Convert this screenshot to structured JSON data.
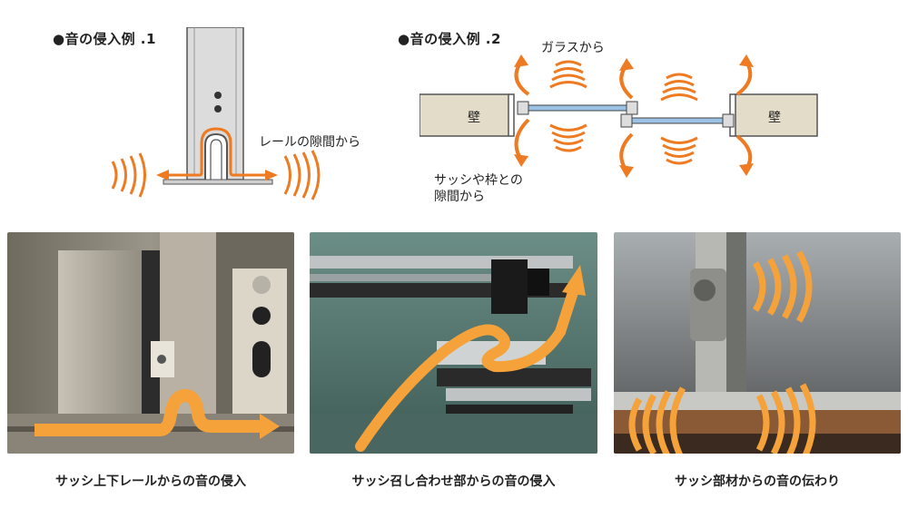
{
  "example1": {
    "heading": "●音の侵入例 .1",
    "label": "レールの隙間から"
  },
  "example2": {
    "heading": "●音の侵入例 .2",
    "glass_label": "ガラスから",
    "gap_label_line1": "サッシや枠との",
    "gap_label_line2": "隙間から",
    "wall_left": "壁",
    "wall_right": "壁"
  },
  "photos": [
    {
      "caption": "サッシ上下レールからの音の侵入"
    },
    {
      "caption": "サッシ召し合わせ部からの音の侵入"
    },
    {
      "caption": "サッシ部材からの音の伝わり"
    }
  ],
  "colors": {
    "accent": "#ee7a22",
    "arrow_fill": "#f5a23a",
    "frame": "#d8d8d8",
    "wall": "#e3dcc8",
    "glass": "#9cc2e6"
  }
}
